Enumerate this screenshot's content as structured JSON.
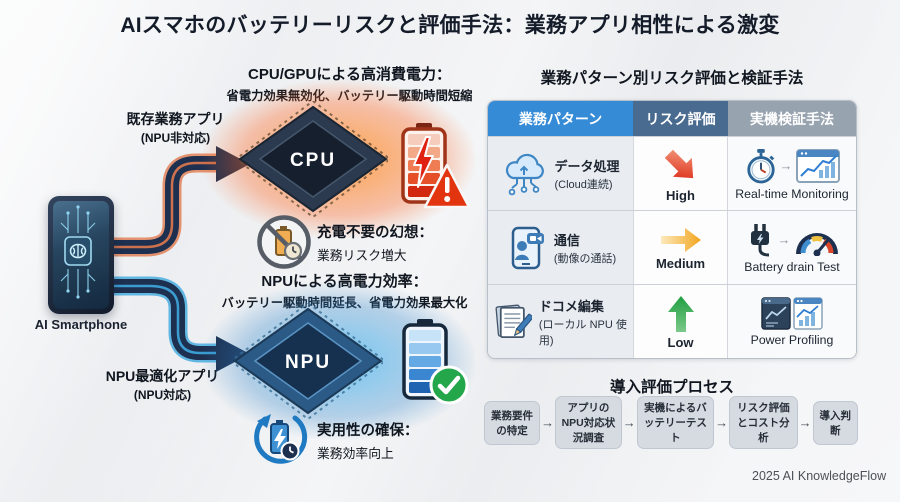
{
  "title": "AIスマホのバッテリーリスクと評価手法：業務アプリ相性による激変",
  "left": {
    "device_label": "AI Smartphone",
    "existing_app_label": "既存業務アプリ",
    "existing_app_note": "(NPU非対応)",
    "optimized_app_label": "NPU最適化アプリ",
    "optimized_app_note": "(NPU対応)"
  },
  "cpu_section": {
    "heading": "CPU/GPUによる高消費電力：",
    "detail": "省電力効果無効化、バッテリー駆動時間短縮",
    "chip_label": "CPU"
  },
  "no_charge_section": {
    "heading": "充電不要の幻想：",
    "detail": "業務リスク増大"
  },
  "npu_section": {
    "heading": "NPUによる高電力効率：",
    "detail": "バッテリー駆動時間延長、省電力効果最大化",
    "chip_label": "NPU"
  },
  "practicality_section": {
    "heading": "実用性の確保：",
    "detail": "業務効率向上"
  },
  "table": {
    "title": "業務パターン別リスク評価と検証手法",
    "headers": [
      "業務パターン",
      "リスク評価",
      "実機検証手法"
    ],
    "rows": [
      {
        "pattern": "データ処理",
        "pattern_note": "(Cloud連続)",
        "pattern_icon": "cloud-network-icon",
        "risk_level": "High",
        "risk_icon": "red-down-arrow-icon",
        "method": "Real-time Monitoring",
        "method_icons": [
          "stopwatch-icon",
          "monitor-chart-icon"
        ]
      },
      {
        "pattern": "通信",
        "pattern_note": "(動像の通話)",
        "pattern_icon": "video-call-phone-icon",
        "risk_level": "Medium",
        "risk_icon": "yellow-right-arrow-icon",
        "method": "Battery drain Test",
        "method_icons": [
          "power-plug-icon",
          "gauge-icon"
        ]
      },
      {
        "pattern": "ドコメ編集",
        "pattern_note": "(ローカル NPU 使用)",
        "pattern_icon": "document-edit-icon",
        "risk_level": "Low",
        "risk_icon": "green-up-arrow-icon",
        "method": "Power Profiling",
        "method_icons": [
          "profiling-windows-icon"
        ]
      }
    ]
  },
  "process": {
    "title": "導入評価プロセス",
    "steps": [
      "業務要件の特定",
      "アプリのNPU対応状況調査",
      "実機によるバッテリーテスト",
      "リスク評価とコスト分析",
      "導入判断"
    ]
  },
  "icons": {
    "arrow_right": "→"
  },
  "colors": {
    "header_blue": "#368bd6",
    "header_slate": "#4a6b90",
    "header_gray": "#98a3b0",
    "risk_high": "#d91c0a",
    "risk_medium": "#f2a51f",
    "risk_low": "#1f9e40",
    "flow_navy": "#1d3050",
    "cpu_glow": "#ff8c2e",
    "npu_glow": "#35a8e0"
  },
  "footer": "2025 AI KnowledgeFlow"
}
